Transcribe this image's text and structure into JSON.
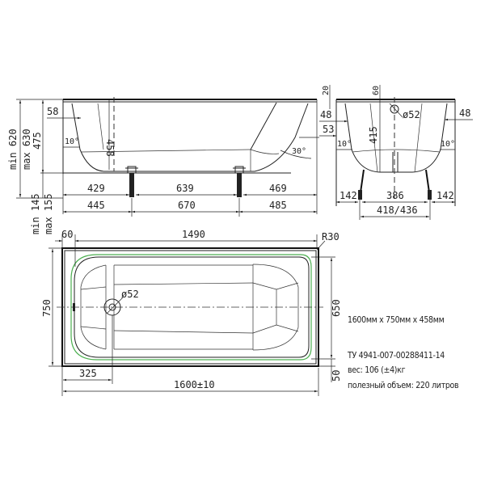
{
  "side_view": {
    "height_total": "min 620",
    "height_total_max": "max 630",
    "height_tub": "475",
    "leg_min": "min 145",
    "leg_max": "max 155",
    "rim_offset": "58",
    "depth": "458",
    "angle_left": "10°",
    "angle_right": "30°",
    "dim_429": "429",
    "dim_639": "639",
    "dim_469": "469",
    "dim_445": "445",
    "dim_670": "670",
    "dim_485": "485"
  },
  "end_view": {
    "rim_thickness": "20",
    "drain_offset": "60",
    "left_offset": "48",
    "right_offset": "48",
    "side_53": "53",
    "drain_diameter": "ø52",
    "depth": "415",
    "angle_left": "10°",
    "angle_right": "10°",
    "leg_left": "142",
    "leg_center": "386",
    "leg_right": "142",
    "leg_span": "418/436"
  },
  "top_view": {
    "rim_60": "60",
    "inner_length": "1490",
    "corner_radius": "R30",
    "width": "750",
    "inner_width": "650",
    "drain_diameter": "ø52",
    "drain_offset": "325",
    "length": "1600±10",
    "rim_50": "50"
  },
  "specs": {
    "dimensions": "1600мм x 750мм x 458мм",
    "standard": "ТУ 4941-007-00288411-14",
    "weight": "вес: 106 (±4)кг",
    "volume": "полезный объем: 220 литров"
  },
  "colors": {
    "line": "#222222",
    "inner_outline": "#4caf50",
    "background": "#ffffff"
  }
}
